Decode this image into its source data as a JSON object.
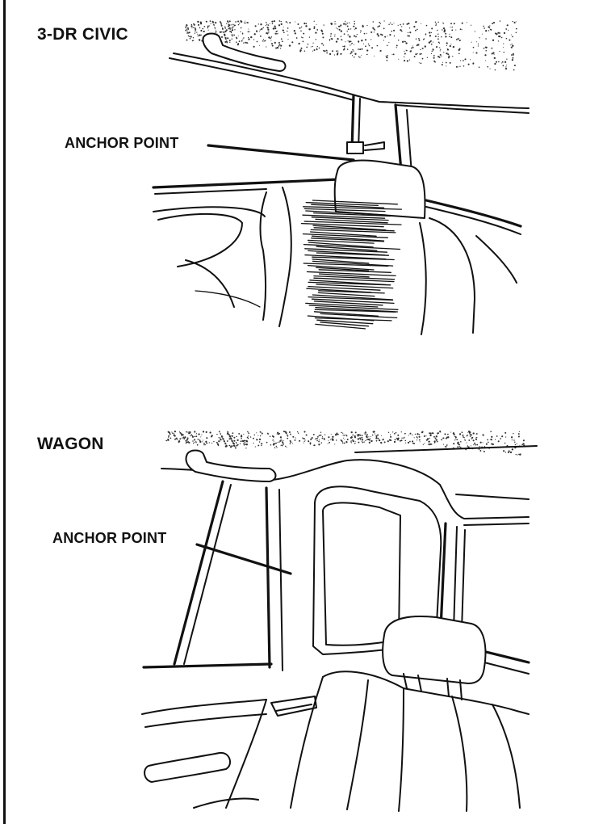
{
  "panels": [
    {
      "heading": "3-DR CIVIC",
      "callout": "ANCHOR POINT"
    },
    {
      "heading": "WAGON",
      "callout": "ANCHOR POINT"
    }
  ]
}
